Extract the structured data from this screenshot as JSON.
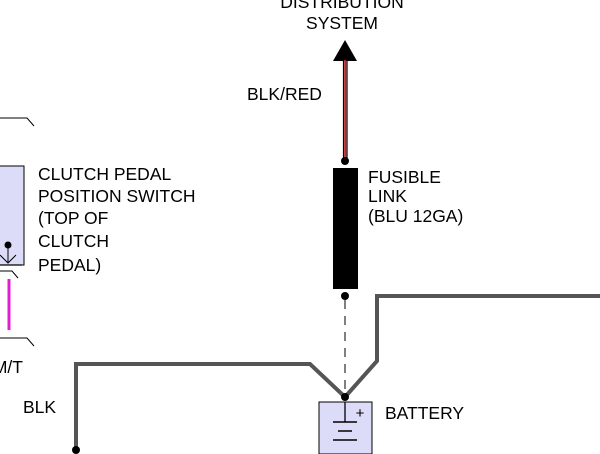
{
  "labels": {
    "distribution_line1": "DISTRIBUTION",
    "distribution_line2": "SYSTEM",
    "blk_red": "BLK/RED",
    "fusible_line1": "FUSIBLE",
    "fusible_line2": "LINK",
    "fusible_line3": "(BLU 12GA)",
    "clutch_line1": "CLUTCH PEDAL",
    "clutch_line2": "POSITION SWITCH",
    "clutch_line3": "(TOP OF",
    "clutch_line4": "CLUTCH",
    "clutch_line5": "PEDAL)",
    "mt": "M/T",
    "blk": "BLK",
    "battery": "BATTERY",
    "battery_plus": "+"
  },
  "colors": {
    "blk_red_wire": "#cc2020",
    "magenta_wire": "#e020d0",
    "component_fill": "#dcdcf8",
    "wire": "#555555",
    "ink": "#000000"
  }
}
